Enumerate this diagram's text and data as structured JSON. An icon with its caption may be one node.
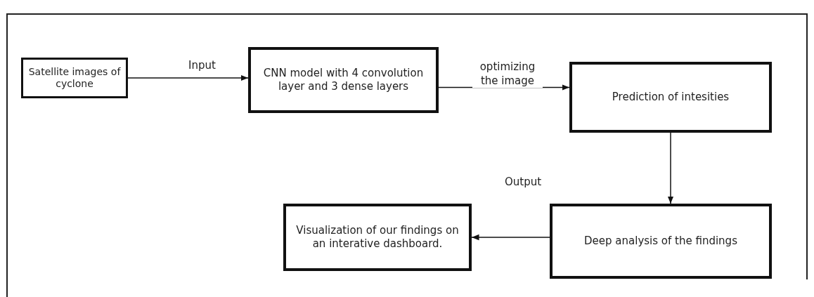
{
  "diagram": {
    "nodes": [
      {
        "text": [
          "Satellite images of cyclone"
        ]
      },
      {
        "text": [
          "CNN model with 4 convolution layer and 3 dense layers"
        ]
      },
      {
        "text": [
          "Prediction of intesities"
        ]
      },
      {
        "text": [
          "Deep analysis of the findings"
        ]
      },
      {
        "text": [
          "Visualization of our findings on an interative dashboard."
        ]
      }
    ],
    "edges": [
      {
        "from": 0,
        "to": 1,
        "arrow": "to",
        "label": "Input"
      },
      {
        "from": 1,
        "to": 2,
        "arrow": "to",
        "label": "optimizing the image"
      },
      {
        "from": 2,
        "to": 3,
        "arrow": "to"
      },
      {
        "from": 3,
        "to": 4,
        "arrow": "to"
      }
    ],
    "labels": [
      "Output"
    ]
  }
}
